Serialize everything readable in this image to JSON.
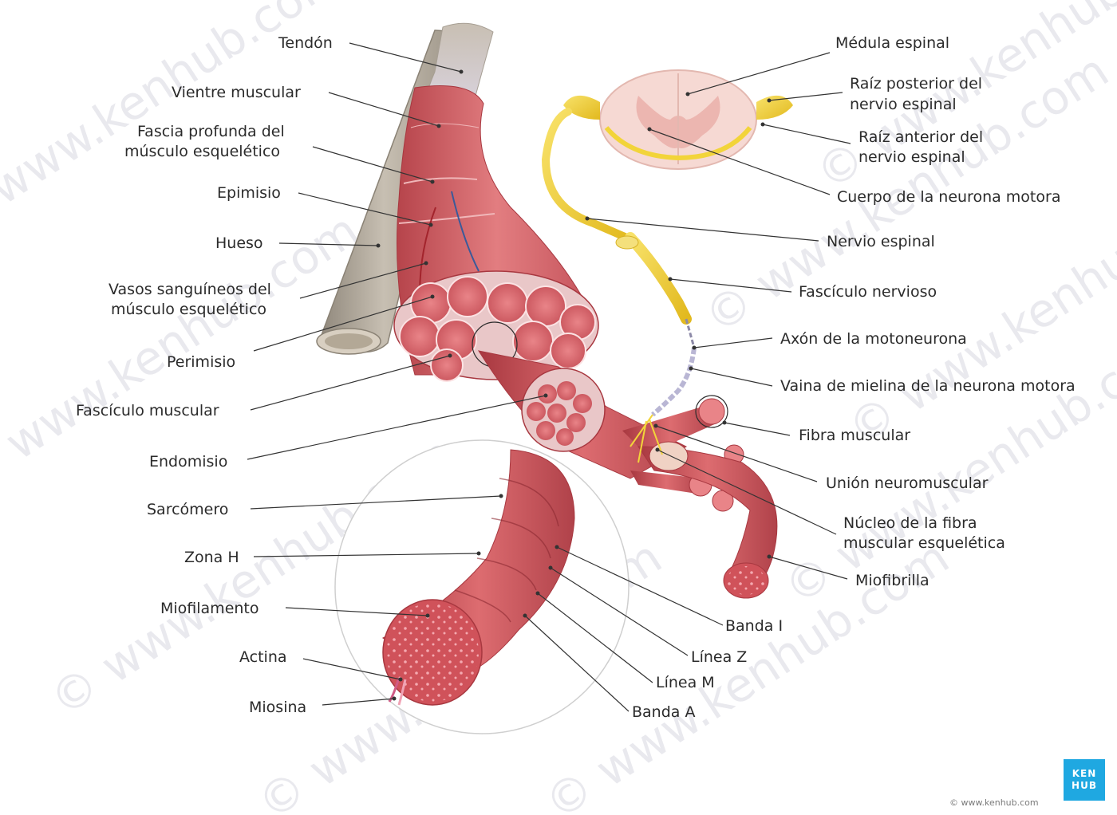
{
  "colors": {
    "brand": "#1fa8e1",
    "muscle": "#d25a60",
    "muscle_dark": "#a83840",
    "nerve": "#f2d43a",
    "bone": "#b9b0a3",
    "cord": "#f6d9d3"
  },
  "watermark": "© www.kenhub.com",
  "logo": {
    "line1": "KEN",
    "line2": "HUB"
  },
  "credit": "© www.kenhub.com",
  "labels": {
    "tendon": "Tendón",
    "belly": "Vientre muscular",
    "fascia_1": "Fascia profunda del",
    "fascia_2": "músculo esquelético",
    "epimysium": "Epimisio",
    "bone": "Hueso",
    "vessels_1": "Vasos sanguíneos del",
    "vessels_2": "músculo esquelético",
    "perimysium": "Perimisio",
    "fascicle": "Fascículo muscular",
    "endomysium": "Endomisio",
    "sarcomere": "Sarcómero",
    "h_zone": "Zona H",
    "myofilament": "Miofilamento",
    "actin": "Actina",
    "myosin": "Miosina",
    "spinal_cord": "Médula espinal",
    "posterior_root_1": "Raíz posterior del",
    "posterior_root_2": "nervio espinal",
    "anterior_root_1": "Raíz anterior del",
    "anterior_root_2": "nervio espinal",
    "motor_neuron_body": "Cuerpo de la neurona motora",
    "spinal_nerve": "Nervio espinal",
    "nerve_fascicle": "Fascículo nervioso",
    "axon": "Axón de la motoneurona",
    "myelin": "Vaina de mielina de la neurona motora",
    "muscle_fiber": "Fibra muscular",
    "nmj": "Unión neuromuscular",
    "nucleus_1": "Núcleo de la fibra",
    "nucleus_2": "muscular esquelética",
    "myofibril": "Miofibrilla",
    "i_band": "Banda I",
    "z_line": "Línea Z",
    "m_line": "Línea M",
    "a_band": "Banda A"
  }
}
